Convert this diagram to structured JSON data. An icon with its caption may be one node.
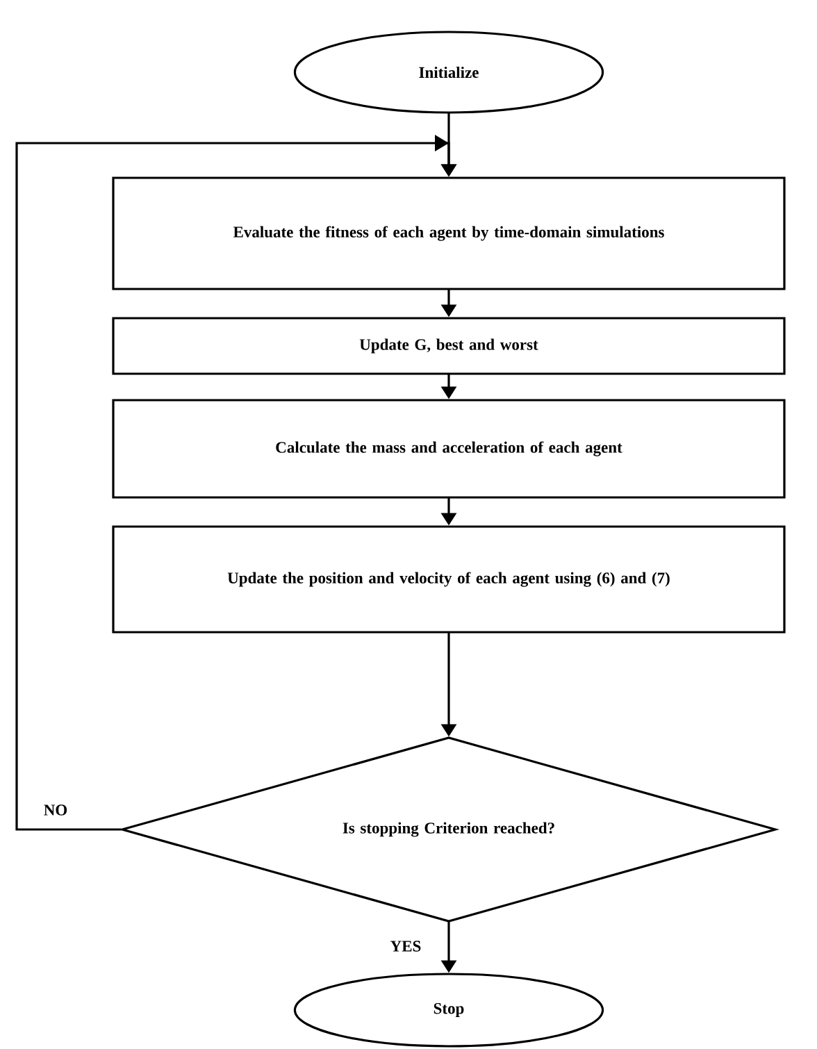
{
  "diagram": {
    "nodes": [
      {
        "text": [
          "Initialize"
        ]
      },
      {
        "text": [
          "Evaluate the fitness of each agent by time-domain simulations"
        ]
      },
      {
        "text": [
          "Update G, best and worst"
        ]
      },
      {
        "text": [
          "Calculate the mass and acceleration of each agent"
        ]
      },
      {
        "text": [
          "Update the position and velocity of each agent using (6) and (7)"
        ]
      },
      {
        "text": [
          "Is stopping Criterion reached?"
        ]
      },
      {
        "text": [
          "Stop"
        ]
      }
    ],
    "edges": [
      {
        "from": 0,
        "to": 1,
        "arrow": "to"
      },
      {
        "from": 1,
        "to": 2,
        "arrow": "to"
      },
      {
        "from": 2,
        "to": 3,
        "arrow": "to"
      },
      {
        "from": 3,
        "to": 4,
        "arrow": "to"
      },
      {
        "from": 4,
        "to": 5,
        "arrow": "to"
      },
      {
        "from": 5,
        "to": 6,
        "arrow": "to",
        "label": "YES"
      },
      {
        "from": 5,
        "to": 1,
        "arrow": "to",
        "label": "NO"
      }
    ]
  }
}
